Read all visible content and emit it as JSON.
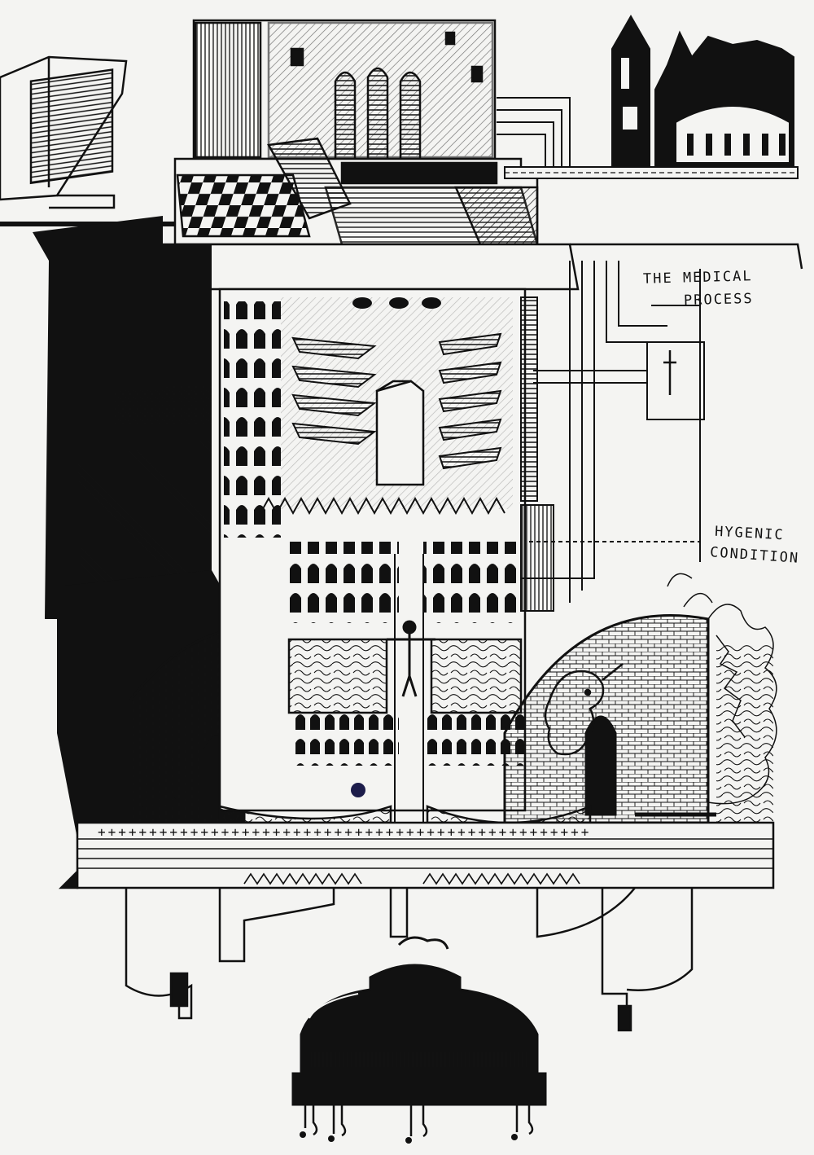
{
  "annotations": {
    "medical_line1": "THE MEDICAL",
    "medical_line2": "PROCESS",
    "hygenic_line1": "HYGENIC",
    "hygenic_line2": "CONDITION"
  },
  "colors": {
    "paper": "#f4f4f2",
    "ink": "#111111",
    "pen_blue": "#1c1c4a"
  }
}
